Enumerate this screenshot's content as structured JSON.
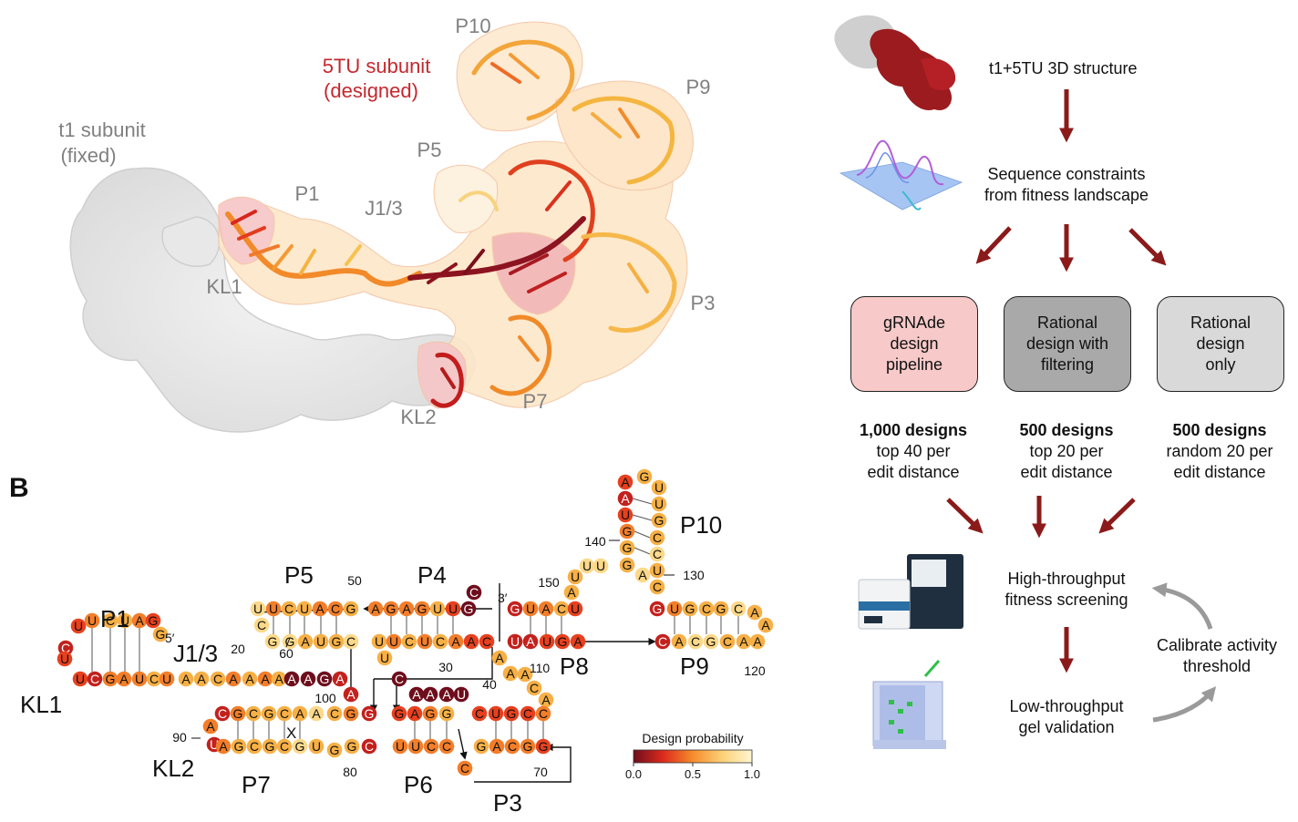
{
  "panel_b_label": "B",
  "structure3d": {
    "t1_label": [
      "t1 subunit",
      "(fixed)"
    ],
    "tu_label": [
      "5TU subunit",
      "(designed)"
    ],
    "region_labels": {
      "P10": "P10",
      "P9": "P9",
      "P5": "P5",
      "P1": "P1",
      "J13": "J1/3",
      "KL1": "KL1",
      "P3": "P3",
      "P7": "P7",
      "KL2": "KL2"
    }
  },
  "secondary": {
    "helix_labels": {
      "P1": "P1",
      "J13": "J1/3",
      "KL1": "KL1",
      "P5": "P5",
      "P4": "P4",
      "P8": "P8",
      "P10": "P10",
      "P9": "P9",
      "P7": "P7",
      "KL2": "KL2",
      "P6": "P6",
      "P3": "P3"
    },
    "end_labels": {
      "five_prime": "5′",
      "three_prime": "3′"
    },
    "position_numbers": [
      "20",
      "30",
      "40",
      "50",
      "60",
      "70",
      "80",
      "90",
      "100",
      "110",
      "120",
      "130",
      "140",
      "150"
    ],
    "mismatch_mark": "X",
    "colorbar": {
      "title": "Design probability",
      "ticks": [
        "0.0",
        "0.5",
        "1.0"
      ],
      "colors": [
        "#6e0e1c",
        "#dc2a1c",
        "#f58c2c",
        "#fcd178",
        "#fff6d2"
      ]
    }
  },
  "flowchart": {
    "structure_label": "t1+5TU 3D structure",
    "constraints_label": [
      "Sequence constraints",
      "from fitness landscape"
    ],
    "boxes": [
      {
        "label": "gRNAde\ndesign\npipeline",
        "fill": "#f7c9c9"
      },
      {
        "label": "Rational\ndesign with\nfiltering",
        "fill": "#a9a9a9"
      },
      {
        "label": "Rational\ndesign\nonly",
        "fill": "#d9d9d9"
      }
    ],
    "designs": [
      {
        "count": "1,000 designs",
        "line1": "top 40 per",
        "line2": "edit distance"
      },
      {
        "count": "500 designs",
        "line1": "top 20 per",
        "line2": "edit distance"
      },
      {
        "count": "500 designs",
        "line1": "random 20 per",
        "line2": "edit distance"
      }
    ],
    "screening_label": [
      "High-throughput",
      "fitness screening"
    ],
    "gel_label": [
      "Low-throughput",
      "gel validation"
    ],
    "calibrate_label": [
      "Calibrate activity",
      "threshold"
    ],
    "arrow_color": "#8b1a1a",
    "loop_arrow_color": "#9a9a9a"
  }
}
